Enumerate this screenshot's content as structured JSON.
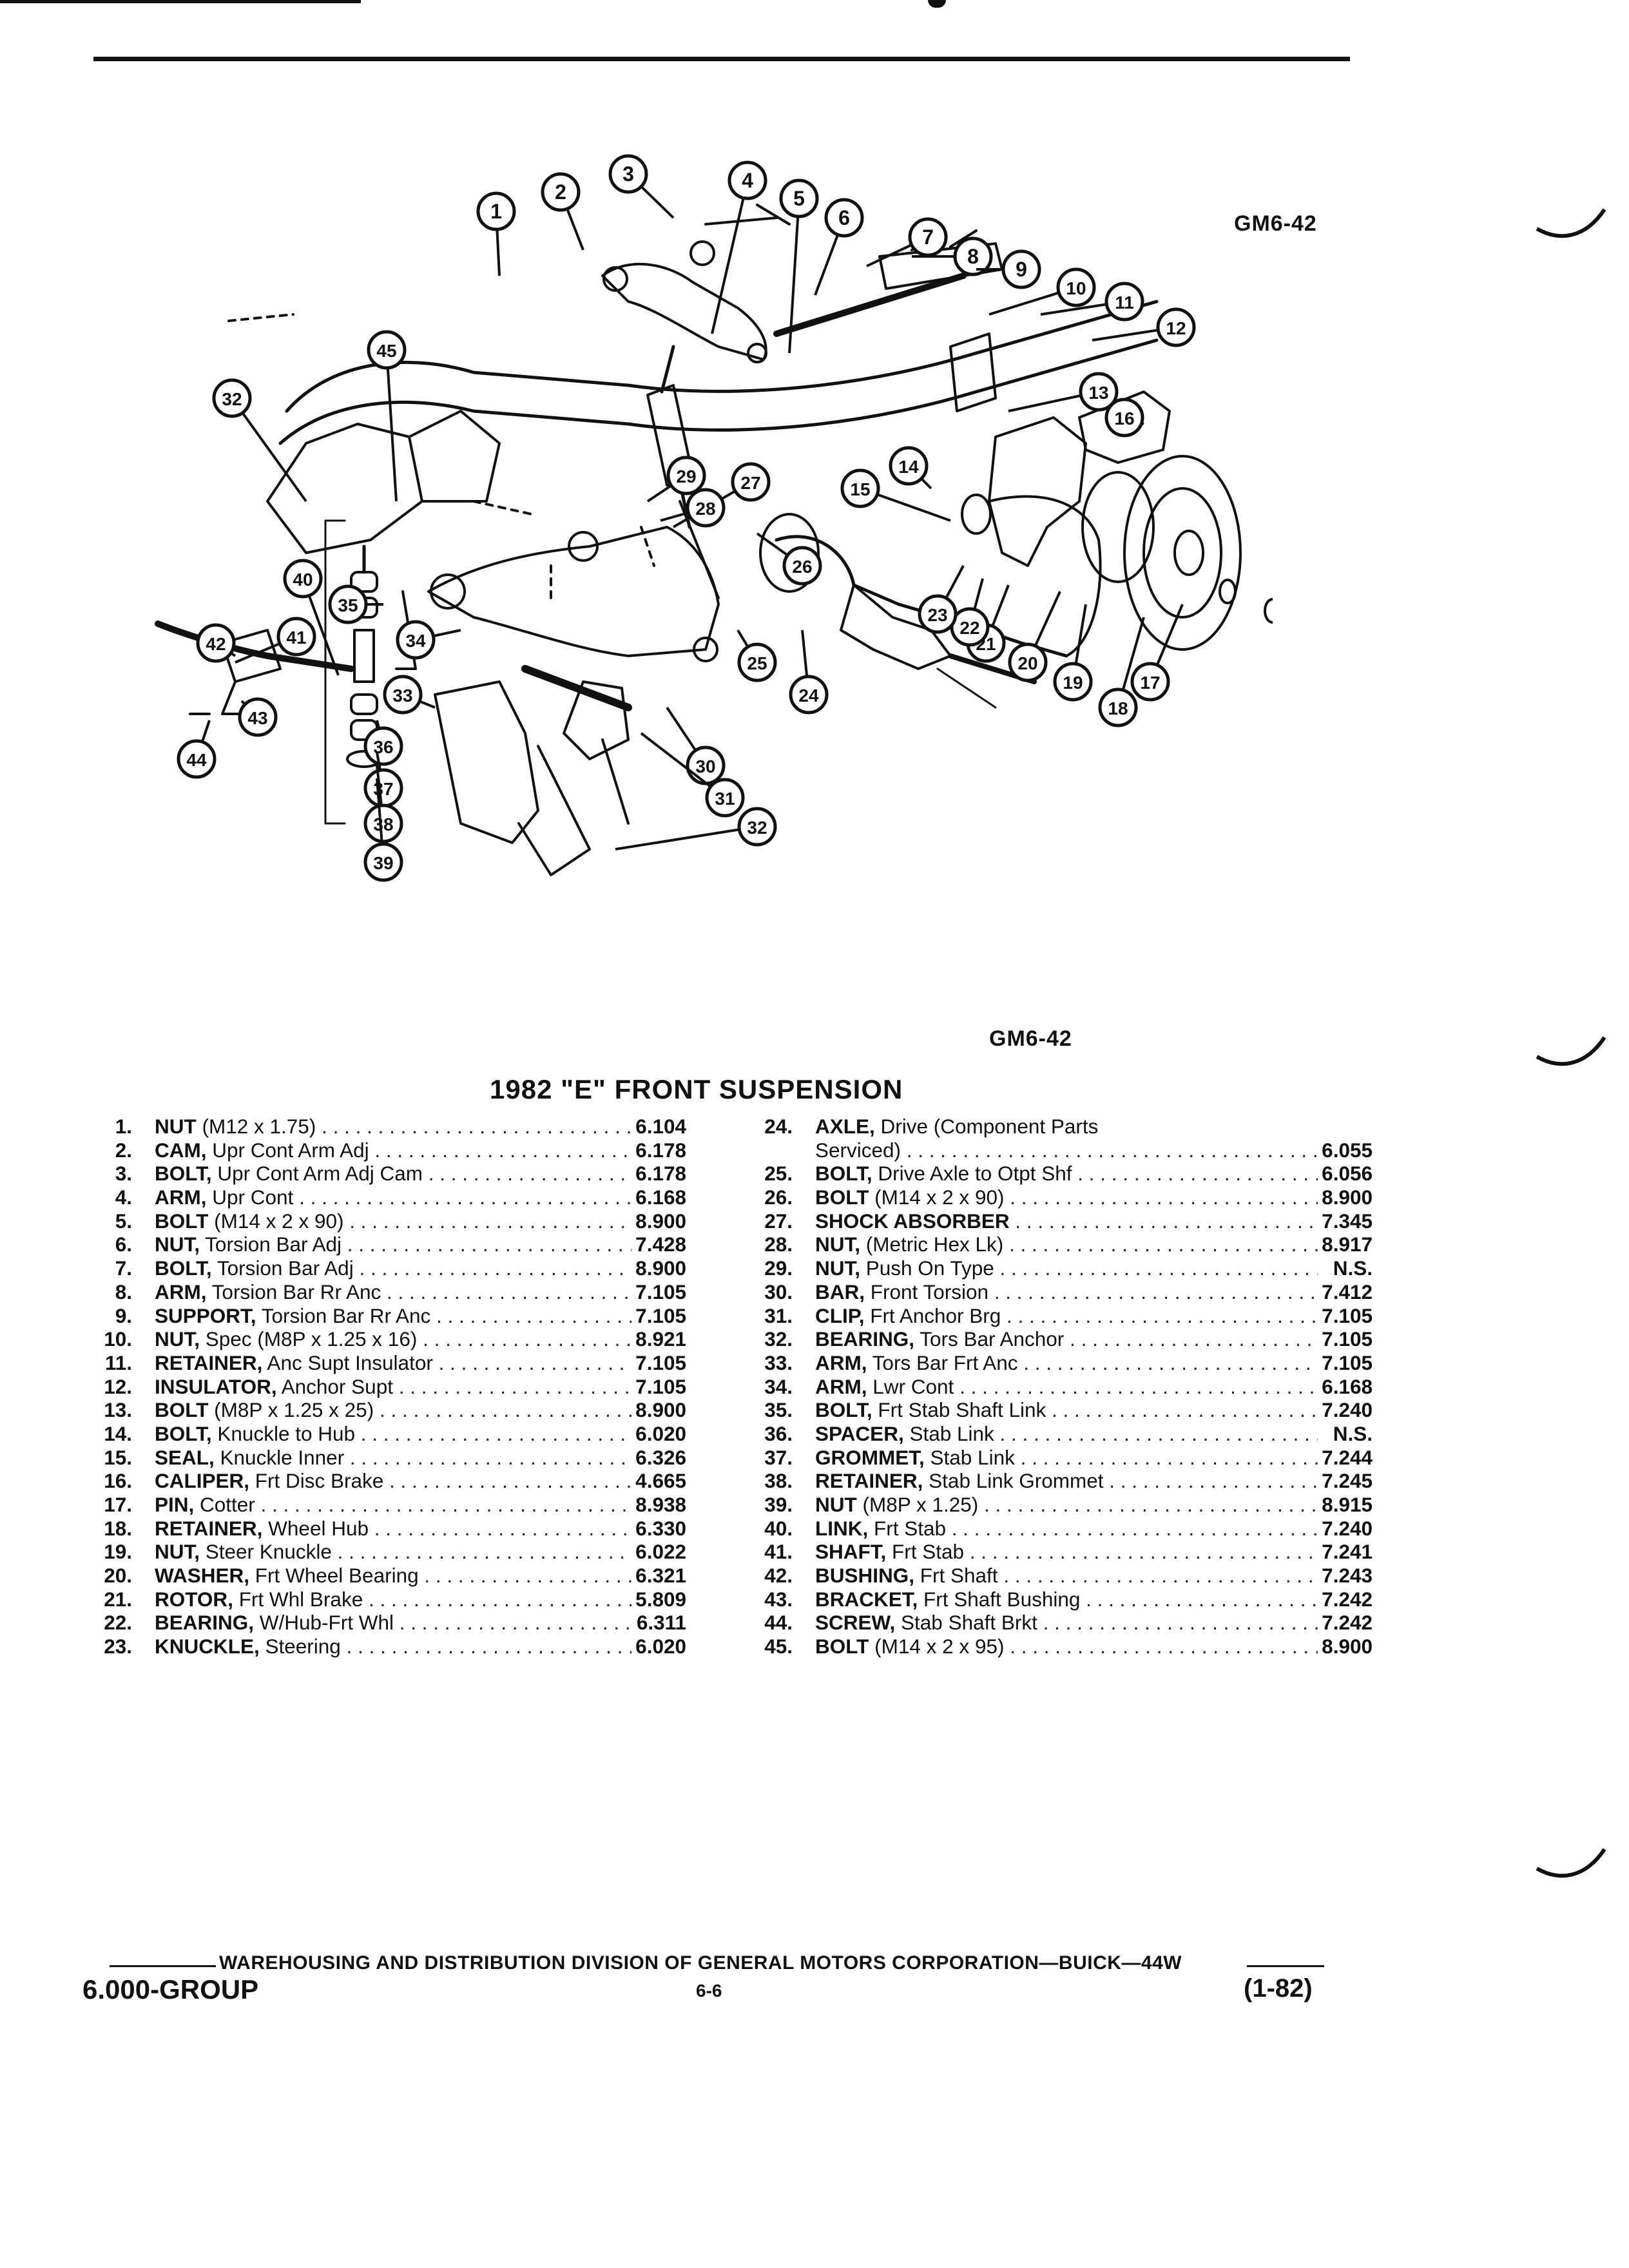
{
  "figure_code": "GM6-42",
  "title": "1982 \"E\" FRONT SUSPENSION",
  "parts_left": [
    {
      "num": "1.",
      "name": "NUT",
      "spec": " (M12 x 1.75)",
      "ref": "6.104"
    },
    {
      "num": "2.",
      "name": "CAM,",
      "spec": " Upr Cont Arm Adj",
      "ref": "6.178"
    },
    {
      "num": "3.",
      "name": "BOLT,",
      "spec": " Upr Cont Arm Adj Cam",
      "ref": "6.178"
    },
    {
      "num": "4.",
      "name": "ARM,",
      "spec": " Upr Cont",
      "ref": "6.168"
    },
    {
      "num": "5.",
      "name": "BOLT",
      "spec": " (M14 x 2 x 90)",
      "ref": "8.900"
    },
    {
      "num": "6.",
      "name": "NUT,",
      "spec": " Torsion Bar Adj",
      "ref": "7.428"
    },
    {
      "num": "7.",
      "name": "BOLT,",
      "spec": " Torsion Bar Adj",
      "ref": "8.900"
    },
    {
      "num": "8.",
      "name": "ARM,",
      "spec": " Torsion Bar Rr Anc",
      "ref": "7.105"
    },
    {
      "num": "9.",
      "name": "SUPPORT,",
      "spec": " Torsion Bar Rr Anc",
      "ref": "7.105"
    },
    {
      "num": "10.",
      "name": "NUT,",
      "spec": " Spec (M8P x 1.25 x 16)",
      "ref": "8.921"
    },
    {
      "num": "11.",
      "name": "RETAINER,",
      "spec": " Anc Supt Insulator",
      "ref": "7.105"
    },
    {
      "num": "12.",
      "name": "INSULATOR,",
      "spec": " Anchor Supt",
      "ref": "7.105"
    },
    {
      "num": "13.",
      "name": "BOLT",
      "spec": " (M8P x 1.25 x 25)",
      "ref": "8.900"
    },
    {
      "num": "14.",
      "name": "BOLT,",
      "spec": " Knuckle to Hub",
      "ref": "6.020"
    },
    {
      "num": "15.",
      "name": "SEAL,",
      "spec": " Knuckle Inner",
      "ref": "6.326"
    },
    {
      "num": "16.",
      "name": "CALIPER,",
      "spec": " Frt Disc Brake",
      "ref": "4.665"
    },
    {
      "num": "17.",
      "name": "PIN,",
      "spec": " Cotter",
      "ref": "8.938"
    },
    {
      "num": "18.",
      "name": "RETAINER,",
      "spec": " Wheel Hub",
      "ref": "6.330"
    },
    {
      "num": "19.",
      "name": "NUT,",
      "spec": " Steer Knuckle",
      "ref": "6.022"
    },
    {
      "num": "20.",
      "name": "WASHER,",
      "spec": " Frt Wheel Bearing",
      "ref": "6.321"
    },
    {
      "num": "21.",
      "name": "ROTOR,",
      "spec": " Frt Whl Brake",
      "ref": "5.809"
    },
    {
      "num": "22.",
      "name": "BEARING,",
      "spec": " W/Hub-Frt Whl",
      "ref": "6.311"
    },
    {
      "num": "23.",
      "name": "KNUCKLE,",
      "spec": " Steering",
      "ref": "6.020"
    }
  ],
  "parts_right": [
    {
      "num": "24.",
      "name": "AXLE,",
      "spec": " Drive (Component Parts",
      "ref": ""
    },
    {
      "num": "",
      "name": "",
      "spec": "Serviced)",
      "ref": "6.055"
    },
    {
      "num": "25.",
      "name": "BOLT,",
      "spec": " Drive Axle to Otpt Shf",
      "ref": "6.056"
    },
    {
      "num": "26.",
      "name": "BOLT",
      "spec": " (M14 x 2 x 90)",
      "ref": "8.900"
    },
    {
      "num": "27.",
      "name": "SHOCK ABSORBER",
      "spec": "",
      "ref": "7.345"
    },
    {
      "num": "28.",
      "name": "NUT,",
      "spec": " (Metric Hex Lk)",
      "ref": "8.917"
    },
    {
      "num": "29.",
      "name": "NUT,",
      "spec": " Push On Type",
      "ref": "N.S."
    },
    {
      "num": "30.",
      "name": "BAR,",
      "spec": " Front Torsion",
      "ref": "7.412"
    },
    {
      "num": "31.",
      "name": "CLIP,",
      "spec": " Frt Anchor Brg",
      "ref": "7.105"
    },
    {
      "num": "32.",
      "name": "BEARING,",
      "spec": " Tors Bar Anchor",
      "ref": "7.105"
    },
    {
      "num": "33.",
      "name": "ARM,",
      "spec": " Tors Bar Frt Anc",
      "ref": "7.105"
    },
    {
      "num": "34.",
      "name": "ARM,",
      "spec": " Lwr Cont",
      "ref": "6.168"
    },
    {
      "num": "35.",
      "name": "BOLT,",
      "spec": " Frt Stab Shaft Link",
      "ref": "7.240"
    },
    {
      "num": "36.",
      "name": "SPACER,",
      "spec": " Stab Link",
      "ref": "N.S."
    },
    {
      "num": "37.",
      "name": "GROMMET,",
      "spec": " Stab Link",
      "ref": "7.244"
    },
    {
      "num": "38.",
      "name": "RETAINER,",
      "spec": " Stab Link Grommet",
      "ref": "7.245"
    },
    {
      "num": "39.",
      "name": "NUT",
      "spec": " (M8P x 1.25)",
      "ref": "8.915"
    },
    {
      "num": "40.",
      "name": "LINK,",
      "spec": " Frt Stab",
      "ref": "7.240"
    },
    {
      "num": "41.",
      "name": "SHAFT,",
      "spec": " Frt Stab",
      "ref": "7.241"
    },
    {
      "num": "42.",
      "name": "BUSHING,",
      "spec": " Frt Shaft",
      "ref": "7.243"
    },
    {
      "num": "43.",
      "name": "BRACKET,",
      "spec": " Frt Shaft Bushing",
      "ref": "7.242"
    },
    {
      "num": "44.",
      "name": "SCREW,",
      "spec": " Stab Shaft Brkt",
      "ref": "7.242"
    },
    {
      "num": "45.",
      "name": "BOLT",
      "spec": " (M14 x 2 x 95)",
      "ref": "8.900"
    }
  ],
  "diagram_callouts": [
    "1",
    "2",
    "3",
    "4",
    "5",
    "6",
    "7",
    "8",
    "9",
    "10",
    "11",
    "12",
    "13",
    "14",
    "15",
    "16",
    "17",
    "18",
    "19",
    "20",
    "21",
    "22",
    "23",
    "24",
    "25",
    "26",
    "27",
    "28",
    "29",
    "30",
    "31",
    "32",
    "33",
    "34",
    "35",
    "36",
    "37",
    "38",
    "39",
    "40",
    "41",
    "42",
    "43",
    "44",
    "45",
    "32"
  ],
  "footer": {
    "division": "WAREHOUSING AND DISTRIBUTION DIVISION OF GENERAL MOTORS CORPORATION—BUICK—44W",
    "group": "6.000-GROUP",
    "page": "6-6",
    "date": "(1-82)"
  }
}
